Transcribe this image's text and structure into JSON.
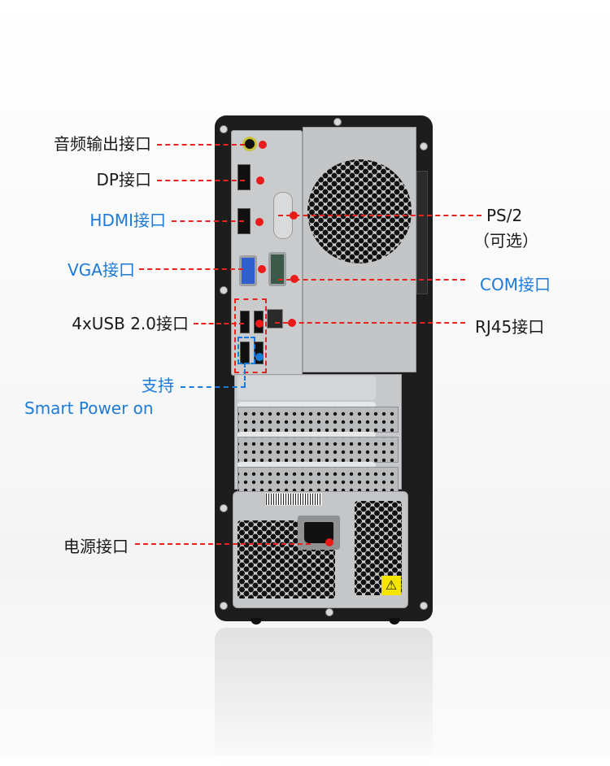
{
  "product": {
    "subject": "desktop-tower-rear-panel",
    "case_color": "#1d1d1d",
    "panel_color": "#c9cbcd"
  },
  "colors": {
    "label_dark": "#1a1a1a",
    "label_blue": "#1c7ad8",
    "callout_red": "#e8231e",
    "callout_blue": "#1c7ad8",
    "warning_yellow": "#f5e400"
  },
  "labels_left": [
    {
      "id": "audio",
      "text": "音频输出接口",
      "color": "dark"
    },
    {
      "id": "dp",
      "text": "DP接口",
      "color": "dark"
    },
    {
      "id": "hdmi",
      "text": "HDMI接口",
      "color": "blue"
    },
    {
      "id": "vga",
      "text": "VGA接口",
      "color": "blue"
    },
    {
      "id": "usb",
      "text": "4xUSB 2.0接口",
      "color": "dark"
    },
    {
      "id": "smart_power_line1",
      "text": "支持",
      "color": "blue"
    },
    {
      "id": "smart_power_line2",
      "text": "Smart Power on",
      "color": "blue"
    },
    {
      "id": "power",
      "text": "电源接口",
      "color": "dark"
    }
  ],
  "labels_right": [
    {
      "id": "ps2_line1",
      "text": "PS/2",
      "color": "dark"
    },
    {
      "id": "ps2_line2",
      "text": "（可选）",
      "color": "dark"
    },
    {
      "id": "com",
      "text": "COM接口",
      "color": "blue"
    },
    {
      "id": "rj45",
      "text": "RJ45接口",
      "color": "dark"
    }
  ],
  "icons": {
    "warning": "⚠",
    "audio_port_symbol": "headphone-out-icon",
    "usb_symbol": "usb-icon",
    "network_symbol": "network-icon"
  }
}
